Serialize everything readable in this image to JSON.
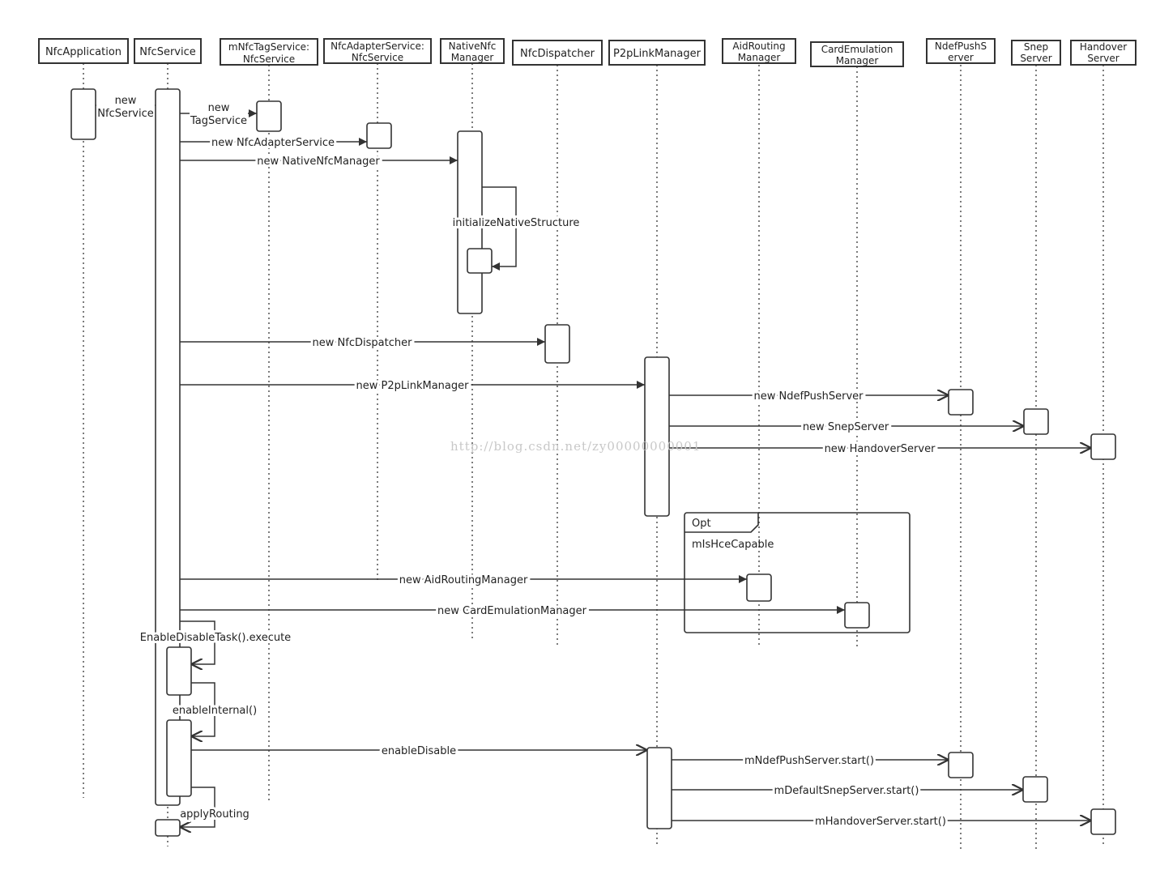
{
  "participants": [
    {
      "id": "app",
      "lines": [
        "NfcApplication"
      ]
    },
    {
      "id": "svc",
      "lines": [
        "NfcService"
      ]
    },
    {
      "id": "tag",
      "lines": [
        "mNfcTagService:",
        "NfcService"
      ]
    },
    {
      "id": "adp",
      "lines": [
        "NfcAdapterService:",
        "NfcService"
      ]
    },
    {
      "id": "nat",
      "lines": [
        "NativeNfc",
        "Manager"
      ]
    },
    {
      "id": "dsp",
      "lines": [
        "NfcDispatcher"
      ]
    },
    {
      "id": "p2p",
      "lines": [
        "P2pLinkManager"
      ]
    },
    {
      "id": "aid",
      "lines": [
        "AidRouting",
        "Manager"
      ]
    },
    {
      "id": "cem",
      "lines": [
        "CardEmulation",
        "Manager"
      ]
    },
    {
      "id": "ndf",
      "lines": [
        "NdefPushS",
        "erver"
      ]
    },
    {
      "id": "snp",
      "lines": [
        "Snep",
        "Server"
      ]
    },
    {
      "id": "hov",
      "lines": [
        "Handover",
        "Server"
      ]
    }
  ],
  "messages": [
    {
      "id": "new-nfcservice",
      "lines": [
        "new",
        "NfcService"
      ]
    },
    {
      "id": "new-tagservice",
      "lines": [
        "new",
        "TagService"
      ]
    },
    {
      "id": "new-nfcadapterservice",
      "label": "new NfcAdapterService"
    },
    {
      "id": "new-nativenfcmanager",
      "label": "new NativeNfcManager"
    },
    {
      "id": "initializenativestructure",
      "label": "initializeNativeStructure"
    },
    {
      "id": "new-nfcdispatcher",
      "label": "new NfcDispatcher"
    },
    {
      "id": "new-p2plinkmanager",
      "label": "new P2pLinkManager"
    },
    {
      "id": "new-ndefpushserver",
      "label": "new NdefPushServer"
    },
    {
      "id": "new-snepserver",
      "label": "new SnepServer"
    },
    {
      "id": "new-handoverserver",
      "label": "new HandoverServer"
    },
    {
      "id": "new-aidroutingmanager",
      "label": "new AidRoutingManager"
    },
    {
      "id": "new-cardemulationmanager",
      "label": "new CardEmulationManager"
    },
    {
      "id": "enabledisabletask-execute",
      "label": "EnableDisableTask().execute"
    },
    {
      "id": "enableinternal",
      "label": "enableInternal()"
    },
    {
      "id": "enabledisable",
      "label": "enableDisable"
    },
    {
      "id": "ndefpushserver-start",
      "label": "mNdefPushServer.start()"
    },
    {
      "id": "defaultsnepserver-start",
      "label": "mDefaultSnepServer.start()"
    },
    {
      "id": "handoverserver-start",
      "label": "mHandoverServer.start()"
    },
    {
      "id": "applyrouting",
      "label": "applyRouting"
    }
  ],
  "fragment": {
    "keyword": "Opt",
    "guard": "mIsHceCapable"
  },
  "watermark": "http://blog.csdn.net/zy00000000001"
}
